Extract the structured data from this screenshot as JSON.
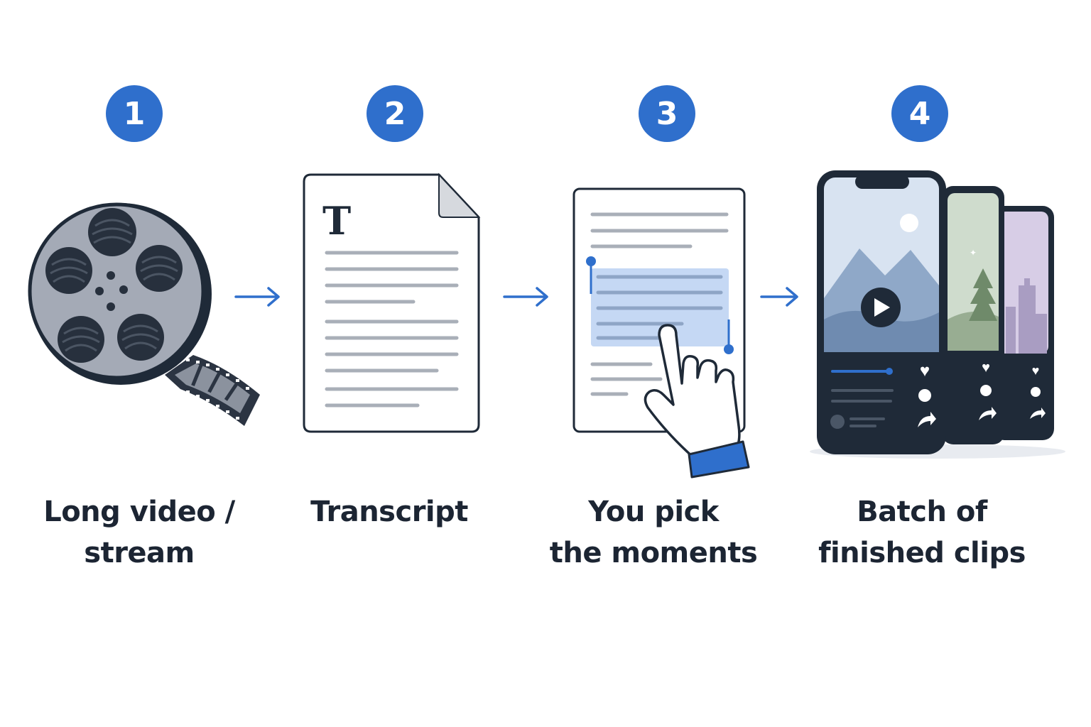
{
  "steps": [
    {
      "number": "1",
      "label_lines": [
        "Long video /",
        "stream"
      ],
      "icon": "film-reel-icon"
    },
    {
      "number": "2",
      "label_lines": [
        "Transcript"
      ],
      "icon": "transcript-document-icon",
      "doc_glyph": "T"
    },
    {
      "number": "3",
      "label_lines": [
        "You pick",
        "the moments"
      ],
      "icon": "highlight-selection-icon"
    },
    {
      "number": "4",
      "label_lines": [
        "Batch of",
        "finished clips"
      ],
      "icon": "phone-clips-icon"
    }
  ],
  "connectors": [
    "arrow-right-icon",
    "arrow-right-icon",
    "arrow-right-icon"
  ],
  "colors": {
    "accent": "#2f6fcc",
    "ink": "#1c2533",
    "line_gray": "#a9afb8",
    "highlight": "#c5d8f4",
    "reel_face": "#a4aab6"
  }
}
